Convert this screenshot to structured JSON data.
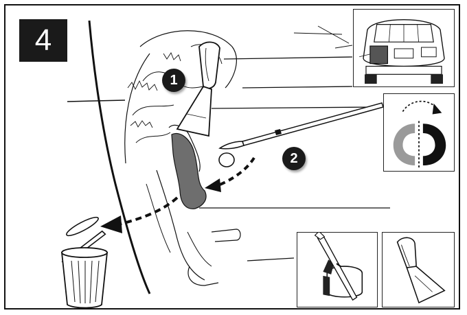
{
  "step": {
    "number": "4"
  },
  "callouts": [
    {
      "label": "1",
      "icon": "scraper-icon"
    },
    {
      "label": "2",
      "icon": "paintbrush-icon"
    }
  ],
  "insets": {
    "vehicle_rear_view": {
      "icon": "vehicle-rear-icon"
    },
    "symmetry_rotation": {
      "icon": "rotate-symmetric-icon"
    },
    "brush_and_paint_can": {
      "icon": "paint-can-brush-icon"
    },
    "scraper_tool": {
      "icon": "scraper-tool-icon"
    }
  },
  "colors": {
    "ink": "#111111",
    "shade": "#6e6e6e",
    "light_shade": "#9a9a9a",
    "background": "#ffffff"
  }
}
